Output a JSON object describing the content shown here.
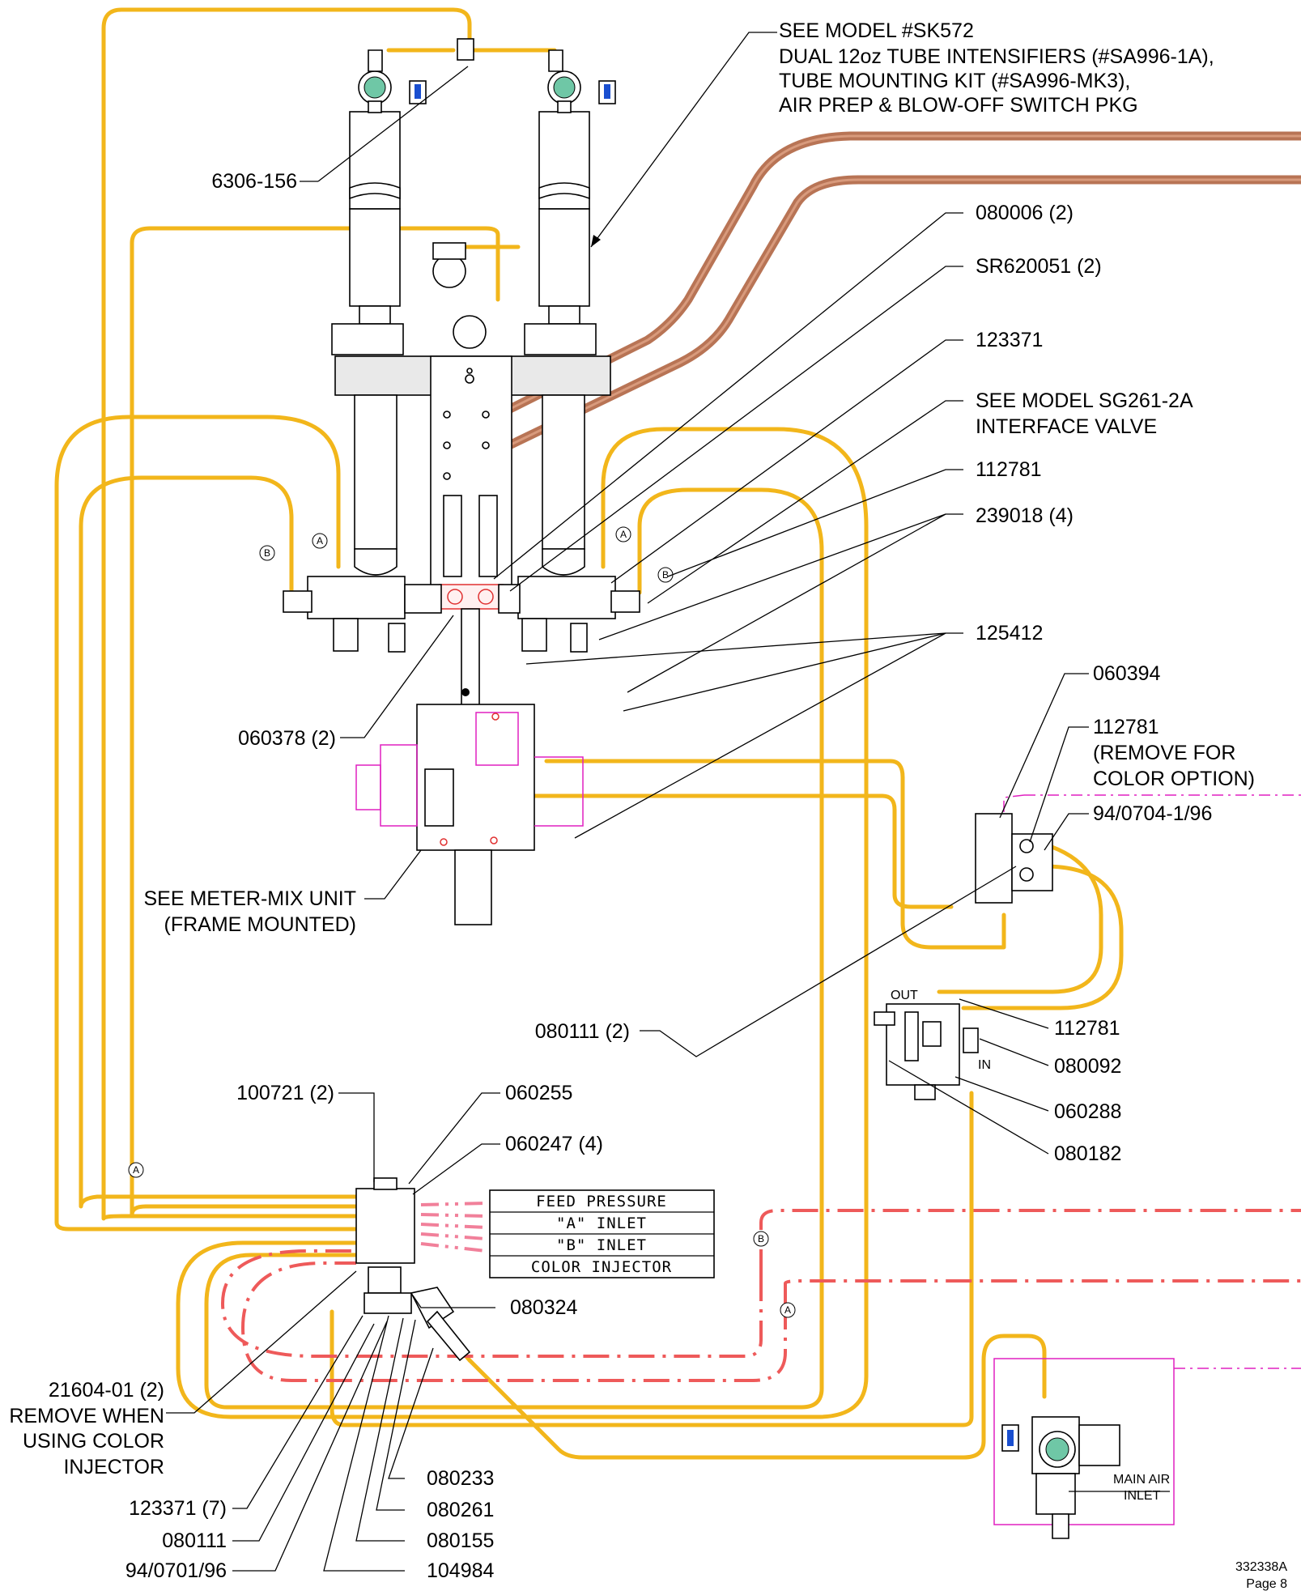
{
  "doc_ref": "332338A",
  "page_label": "Page 8",
  "callouts": {
    "sk572_line1": "SEE MODEL #SK572",
    "sk572_line2": "DUAL 12oz TUBE INTENSIFIERS (#SA996-1A),",
    "sk572_line3": "TUBE MOUNTING KIT (#SA996-MK3),",
    "sk572_line4": "AIR PREP & BLOW-OFF SWITCH PKG",
    "p6306_156": "6306-156",
    "p080006": "080006 (2)",
    "sr620051": "SR620051 (2)",
    "p123371": "123371",
    "sg261_line1": "SEE MODEL SG261-2A",
    "sg261_line2": "INTERFACE VALVE",
    "p112781_top": "112781",
    "p239018": "239018 (4)",
    "p125412": "125412",
    "p060394": "060394",
    "p112781_mid_line1": "112781",
    "p112781_mid_line2": "(REMOVE FOR",
    "p112781_mid_line3": "COLOR OPTION)",
    "p94_0704": "94/0704-1/96",
    "p060378": "060378 (2)",
    "metermix_line1": "SEE METER-MIX UNIT",
    "metermix_line2": "(FRAME MOUNTED)",
    "p080111_2": "080111 (2)",
    "p112781_low": "112781",
    "p080092": "080092",
    "p060288": "060288",
    "p080182": "080182",
    "p100721": "100721 (2)",
    "p060255": "060255",
    "p060247": "060247 (4)",
    "p080324": "080324",
    "p21604_line1": "21604-01 (2)",
    "p21604_line2": "REMOVE WHEN",
    "p21604_line3": "USING COLOR",
    "p21604_line4": "INJECTOR",
    "p123371_7": "123371 (7)",
    "p080111": "080111",
    "p94_0701": "94/0701/96",
    "p080233": "080233",
    "p080261": "080261",
    "p080155": "080155",
    "p104984": "104984"
  },
  "manifold_table": [
    "FEED PRESSURE",
    "\"A\" INLET",
    "\"B\" INLET",
    "COLOR INJECTOR"
  ],
  "port_labels": {
    "out": "OUT",
    "in": "IN",
    "main_air_line1": "MAIN AIR",
    "main_air_line2": "INLET"
  },
  "circle_markers": {
    "a": "A",
    "b": "B"
  },
  "colors": {
    "air_hose": "#f2b61b",
    "fluid_hose": "#b87455",
    "signal_dash": "#ee5a5a",
    "color_option": "#e020c0"
  }
}
